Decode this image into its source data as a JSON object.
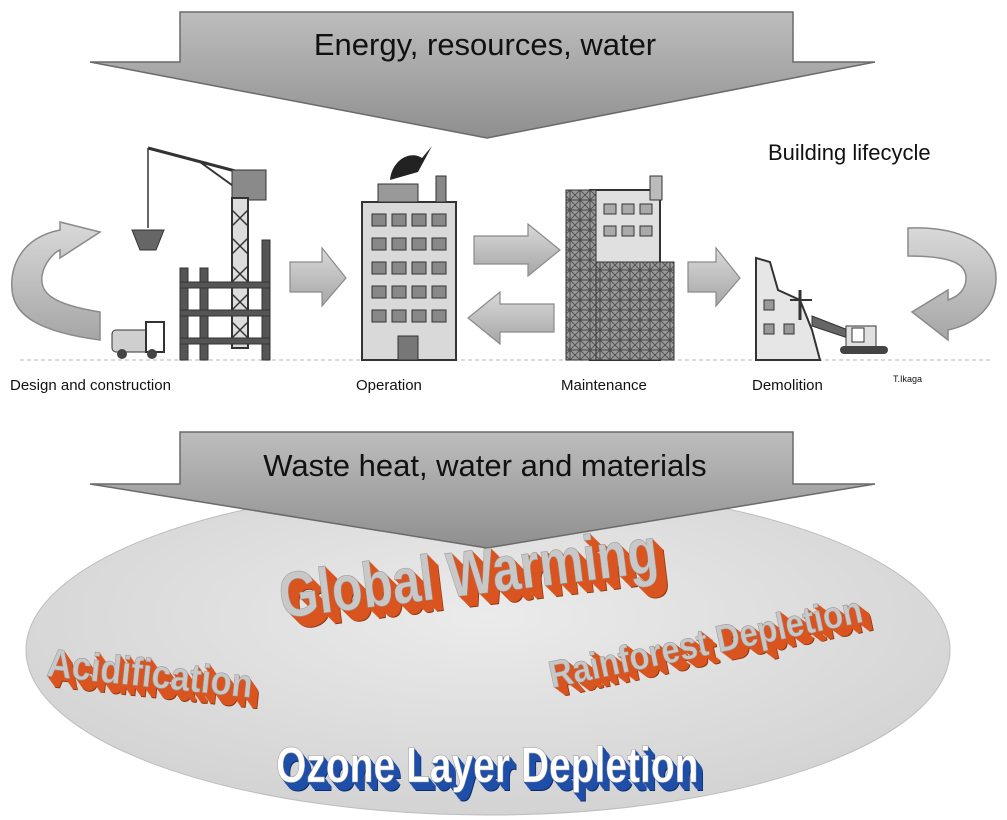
{
  "banners": {
    "top": "Energy, resources, water",
    "bottom": "Waste heat, water and materials"
  },
  "lifecycle": {
    "title": "Building lifecycle",
    "credit": "T.Ikaga",
    "stages": [
      {
        "label": "Design and construction"
      },
      {
        "label": "Operation"
      },
      {
        "label": "Maintenance"
      },
      {
        "label": "Demolition"
      }
    ]
  },
  "impacts": {
    "global_warming": "Global Warming",
    "acidification": "Acidification",
    "rainforest": "Rainforest Depletion",
    "ozone": "Ozone Layer Depletion"
  },
  "colors": {
    "arrow_fill": "#a9a9a9",
    "arrow_stroke": "#555555",
    "ellipse_fill": "#dedede",
    "impact_orange": "#d9541f",
    "impact_orange_shadow": "#8a3510",
    "impact_blue": "#1f4fa8",
    "impact_blue_shadow": "#0c2a66",
    "impact_face": "#c8c8c8"
  }
}
